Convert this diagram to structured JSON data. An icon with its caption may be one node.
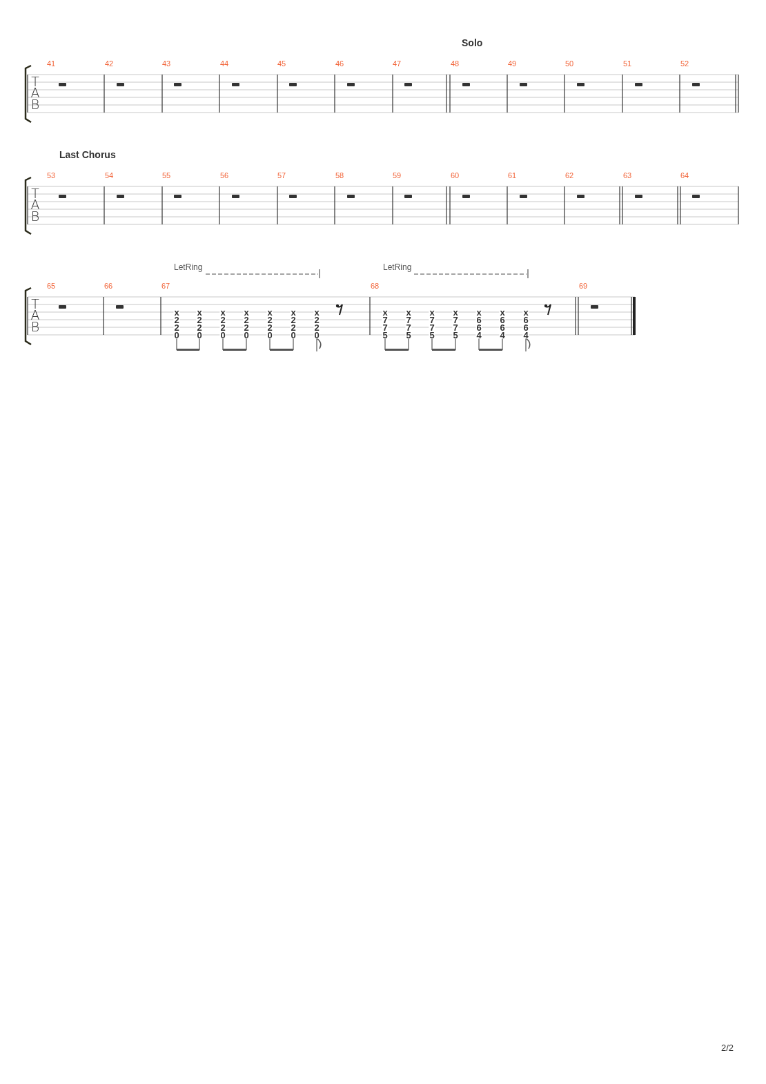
{
  "diagram": {
    "labels": [
      "Solo",
      "41",
      "42",
      "43",
      "44",
      "45",
      "46",
      "47",
      "48",
      "49",
      "50",
      "51",
      "52",
      "T",
      "A",
      "B",
      "Last Chorus",
      "53",
      "54",
      "55",
      "56",
      "57",
      "58",
      "59",
      "60",
      "61",
      "62",
      "63",
      "64",
      "T",
      "A",
      "B",
      "LetRing",
      "LetRing",
      "65",
      "66",
      "67",
      "68",
      "69",
      "T",
      "A",
      "B",
      "x",
      "2",
      "2",
      "0",
      "x",
      "2",
      "2",
      "0",
      "x",
      "2",
      "2",
      "0",
      "x",
      "2",
      "2",
      "0",
      "x",
      "2",
      "2",
      "0",
      "x",
      "2",
      "2",
      "0",
      "x",
      "2",
      "2",
      "0",
      "x",
      "7",
      "7",
      "5",
      "x",
      "7",
      "7",
      "5",
      "x",
      "7",
      "7",
      "5",
      "x",
      "7",
      "7",
      "5",
      "x",
      "6",
      "6",
      "4",
      "x",
      "6",
      "6",
      "4",
      "x",
      "6",
      "6",
      "4",
      "2/2"
    ]
  }
}
